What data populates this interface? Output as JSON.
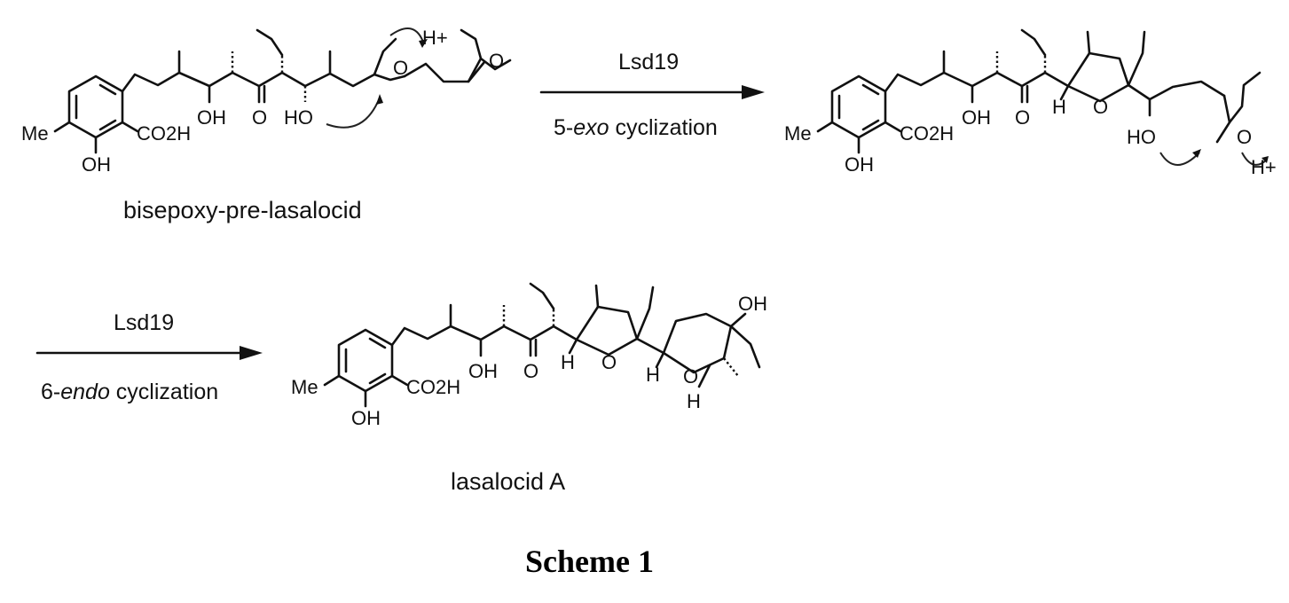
{
  "scheme": {
    "title": "Scheme 1",
    "step1": {
      "reagent": "Lsd19",
      "condition_prefix": "5-",
      "condition_italic": "exo",
      "condition_suffix": " cyclization"
    },
    "step2": {
      "reagent": "Lsd19",
      "condition_prefix": "6-",
      "condition_italic": "endo",
      "condition_suffix": " cyclization"
    },
    "compounds": {
      "start": {
        "name": "bisepoxy-pre-lasalocid",
        "labels": {
          "me": "Me",
          "oh_phenol": "OH",
          "co2h": "CO2H",
          "oh1": "OH",
          "ketone": "O",
          "oh2": "HO",
          "epoxide_o": "O",
          "epoxide_o2": "O",
          "proton": "H+"
        }
      },
      "intermediate": {
        "labels": {
          "me": "Me",
          "oh_phenol": "OH",
          "co2h": "CO2H",
          "oh1": "OH",
          "ketone": "O",
          "h": "H",
          "ring_o": "O",
          "ho": "HO",
          "epoxide_o": "O",
          "proton": "H+"
        }
      },
      "product": {
        "name": "lasalocid A",
        "labels": {
          "me": "Me",
          "oh_phenol": "OH",
          "co2h": "CO2H",
          "oh1": "OH",
          "ketone": "O",
          "h1": "H",
          "ring_o1": "O",
          "h2": "H",
          "ring_o2": "O",
          "h3": "H",
          "oh_ring": "OH"
        }
      }
    }
  }
}
